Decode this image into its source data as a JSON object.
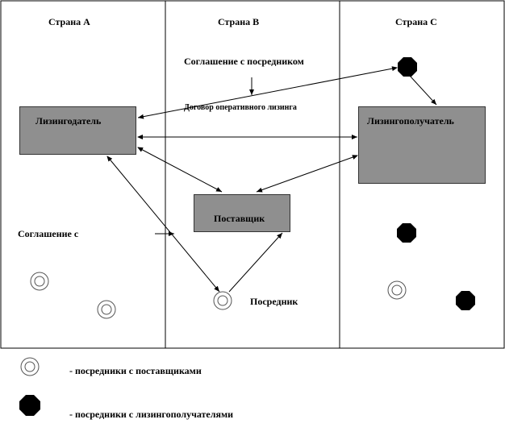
{
  "columns": [
    {
      "label": "Страна А"
    },
    {
      "label": "Страна В"
    },
    {
      "label": "Страна С"
    }
  ],
  "nodes": {
    "lessor": "Лизингодатель",
    "lessee": "Лизингополучатель",
    "supplier": "Поставщик"
  },
  "labels": {
    "agreement_intermediary": "Соглашение с посредником",
    "operating_lease_contract": "Договор оперативного лизинга",
    "agreement_partial": "Соглашение с",
    "intermediary": "Посредник"
  },
  "legend": {
    "supplier_intermediaries": "-   посредники  с поставщиками",
    "lessee_intermediaries": "-  посредники с лизингополучателями"
  },
  "colors": {
    "box_fill": "#8f8f8f",
    "line": "#000000",
    "background": "#ffffff"
  },
  "icons": {
    "supplier_intermediary": "double-circle-icon",
    "lessee_intermediary": "black-octagon-icon"
  }
}
